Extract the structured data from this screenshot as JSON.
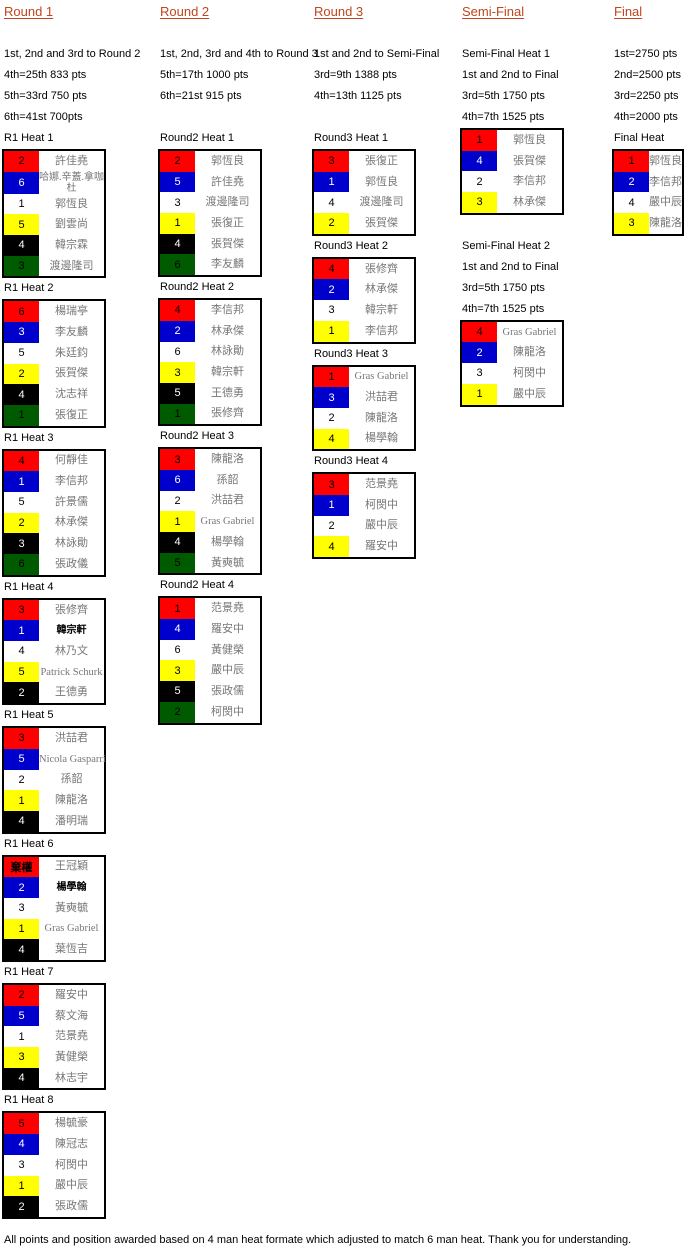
{
  "columns": [
    {
      "title": "Round 1",
      "notes": [
        "1st, 2nd and 3rd to Round 2",
        "4th=25th 833 pts",
        "5th=33rd 750 pts",
        "6th=41st 700pts"
      ],
      "heats": [
        {
          "label": "R1 Heat 1",
          "rows": [
            {
              "pos": "2",
              "name": "許佳堯"
            },
            {
              "pos": "6",
              "name": "哈娜.辛蓋.拿咖杜",
              "small": true
            },
            {
              "pos": "1",
              "name": "郭恆良"
            },
            {
              "pos": "5",
              "name": "劉雲尚"
            },
            {
              "pos": "4",
              "name": "韓宗霖"
            },
            {
              "pos": "3",
              "name": "渡邊隆司"
            }
          ]
        },
        {
          "label": "R1 Heat 2",
          "rows": [
            {
              "pos": "6",
              "name": "楊瑞亭"
            },
            {
              "pos": "3",
              "name": "李友麟"
            },
            {
              "pos": "5",
              "name": "朱廷鈞"
            },
            {
              "pos": "2",
              "name": "張賀傑"
            },
            {
              "pos": "4",
              "name": "沈志祥"
            },
            {
              "pos": "1",
              "name": "張復正"
            }
          ]
        },
        {
          "label": "R1 Heat 3",
          "rows": [
            {
              "pos": "4",
              "name": "何靜佳"
            },
            {
              "pos": "1",
              "name": "李信邦"
            },
            {
              "pos": "5",
              "name": "許景儒"
            },
            {
              "pos": "2",
              "name": "林承傑"
            },
            {
              "pos": "3",
              "name": "林詠勛"
            },
            {
              "pos": "6",
              "name": "張政儀"
            }
          ]
        },
        {
          "label": "R1 Heat 4",
          "rows": [
            {
              "pos": "3",
              "name": "張修齊"
            },
            {
              "pos": "1",
              "name": "韓宗軒",
              "bold": true
            },
            {
              "pos": "4",
              "name": "林乃文"
            },
            {
              "pos": "5",
              "name": "Patrick Schurk"
            },
            {
              "pos": "2",
              "name": "王德勇"
            }
          ]
        },
        {
          "label": "R1 Heat 5",
          "rows": [
            {
              "pos": "3",
              "name": "洪喆君"
            },
            {
              "pos": "5",
              "name": "Nicola Gasparri"
            },
            {
              "pos": "2",
              "name": "孫韶"
            },
            {
              "pos": "1",
              "name": "陳龍洛"
            },
            {
              "pos": "4",
              "name": "潘明瑞"
            }
          ]
        },
        {
          "label": "R1 Heat 6",
          "rows": [
            {
              "pos": "棄權",
              "name": "王冠穎",
              "posBold": true
            },
            {
              "pos": "2",
              "name": "楊學翰",
              "bold": true
            },
            {
              "pos": "3",
              "name": "黃奭毓"
            },
            {
              "pos": "1",
              "name": "Gras Gabriel"
            },
            {
              "pos": "4",
              "name": "葉恆吉"
            }
          ]
        },
        {
          "label": "R1 Heat 7",
          "rows": [
            {
              "pos": "2",
              "name": "羅安中"
            },
            {
              "pos": "5",
              "name": "蔡文海"
            },
            {
              "pos": "1",
              "name": "范景堯"
            },
            {
              "pos": "3",
              "name": "黃健榮"
            },
            {
              "pos": "4",
              "name": "林志宇"
            }
          ]
        },
        {
          "label": "R1 Heat 8",
          "rows": [
            {
              "pos": "5",
              "name": "楊毓豪"
            },
            {
              "pos": "4",
              "name": "陳冠志"
            },
            {
              "pos": "3",
              "name": "柯閔中"
            },
            {
              "pos": "1",
              "name": "嚴中辰"
            },
            {
              "pos": "2",
              "name": "張政儒"
            }
          ]
        }
      ]
    },
    {
      "title": "Round 2",
      "notes": [
        "1st, 2nd, 3rd and 4th to Round 3",
        "5th=17th 1000 pts",
        "6th=21st 915 pts",
        ""
      ],
      "heats": [
        {
          "label": "Round2 Heat 1",
          "rows": [
            {
              "pos": "2",
              "name": "郭恆良"
            },
            {
              "pos": "5",
              "name": "許佳堯"
            },
            {
              "pos": "3",
              "name": "渡邊隆司"
            },
            {
              "pos": "1",
              "name": "張復正"
            },
            {
              "pos": "4",
              "name": "張賀傑"
            },
            {
              "pos": "6",
              "name": "李友麟"
            }
          ]
        },
        {
          "label": "Round2 Heat 2",
          "rows": [
            {
              "pos": "4",
              "name": "李信邦"
            },
            {
              "pos": "2",
              "name": "林承傑"
            },
            {
              "pos": "6",
              "name": "林詠勛"
            },
            {
              "pos": "3",
              "name": "韓宗軒"
            },
            {
              "pos": "5",
              "name": "王德勇"
            },
            {
              "pos": "1",
              "name": "張修齊"
            }
          ]
        },
        {
          "label": "Round2 Heat 3",
          "rows": [
            {
              "pos": "3",
              "name": "陳龍洛"
            },
            {
              "pos": "6",
              "name": "孫韶"
            },
            {
              "pos": "2",
              "name": "洪喆君"
            },
            {
              "pos": "1",
              "name": "Gras Gabriel"
            },
            {
              "pos": "4",
              "name": "楊學翰"
            },
            {
              "pos": "5",
              "name": "黃奭毓"
            }
          ]
        },
        {
          "label": "Round2 Heat 4",
          "rows": [
            {
              "pos": "1",
              "name": "范景堯"
            },
            {
              "pos": "4",
              "name": "羅安中"
            },
            {
              "pos": "6",
              "name": "黃健榮"
            },
            {
              "pos": "3",
              "name": "嚴中辰"
            },
            {
              "pos": "5",
              "name": "張政儒"
            },
            {
              "pos": "2",
              "name": "柯閔中"
            }
          ]
        }
      ]
    },
    {
      "title": "Round 3",
      "notes": [
        "1st and 2nd to Semi-Final",
        "3rd=9th 1388 pts",
        "4th=13th 1125 pts"
      ],
      "heats": [
        {
          "label": "Round3 Heat 1",
          "rows": [
            {
              "pos": "3",
              "name": "張復正"
            },
            {
              "pos": "1",
              "name": "郭恆良"
            },
            {
              "pos": "4",
              "name": "渡邊隆司"
            },
            {
              "pos": "2",
              "name": "張賀傑"
            }
          ]
        },
        {
          "label": "Round3 Heat 2",
          "rows": [
            {
              "pos": "4",
              "name": "張修齊"
            },
            {
              "pos": "2",
              "name": "林承傑"
            },
            {
              "pos": "3",
              "name": "韓宗軒"
            },
            {
              "pos": "1",
              "name": "李信邦"
            }
          ]
        },
        {
          "label": "Round3 Heat 3",
          "rows": [
            {
              "pos": "1",
              "name": "Gras Gabriel"
            },
            {
              "pos": "3",
              "name": "洪喆君"
            },
            {
              "pos": "2",
              "name": "陳龍洛"
            },
            {
              "pos": "4",
              "name": "楊學翰"
            }
          ]
        },
        {
          "label": "Round3 Heat 4",
          "rows": [
            {
              "pos": "3",
              "name": "范景堯"
            },
            {
              "pos": "1",
              "name": "柯閔中"
            },
            {
              "pos": "2",
              "name": "嚴中辰"
            },
            {
              "pos": "4",
              "name": "羅安中"
            }
          ]
        }
      ]
    },
    {
      "title": "Semi-Final",
      "notes": [],
      "heats": [
        {
          "label": "Semi-Final Heat 1",
          "notes": [
            "1st and 2nd to Final",
            "3rd=5th 1750 pts",
            "4th=7th 1525 pts"
          ],
          "rows": [
            {
              "pos": "1",
              "name": "郭恆良"
            },
            {
              "pos": "4",
              "name": "張賀傑"
            },
            {
              "pos": "2",
              "name": "李信邦"
            },
            {
              "pos": "3",
              "name": "林承傑"
            }
          ]
        },
        {
          "label": "Semi-Final Heat 2",
          "notes": [
            "1st and 2nd to Final",
            "3rd=5th 1750 pts",
            "4th=7th 1525 pts"
          ],
          "rows": [
            {
              "pos": "4",
              "name": "Gras Gabriel"
            },
            {
              "pos": "2",
              "name": "陳龍洛"
            },
            {
              "pos": "3",
              "name": "柯閔中"
            },
            {
              "pos": "1",
              "name": "嚴中辰"
            }
          ]
        }
      ]
    },
    {
      "title": "Final",
      "notes": [
        "1st=2750 pts",
        "2nd=2500 pts",
        "3rd=2250 pts",
        "4th=2000 pts"
      ],
      "heats": [
        {
          "label": "Final Heat",
          "rows": [
            {
              "pos": "1",
              "name": "郭恆良"
            },
            {
              "pos": "2",
              "name": "李信邦"
            },
            {
              "pos": "4",
              "name": "嚴中辰"
            },
            {
              "pos": "3",
              "name": "陳龍洛"
            }
          ]
        }
      ]
    }
  ],
  "footer": "All points and position awarded based on 4 man heat formate which adjusted to match 6 man heat. Thank you for understanding.",
  "lane_colors": [
    "#ff0000",
    "#0000cc",
    "#ffffff",
    "#ffff00",
    "#000000",
    "#005a00"
  ]
}
